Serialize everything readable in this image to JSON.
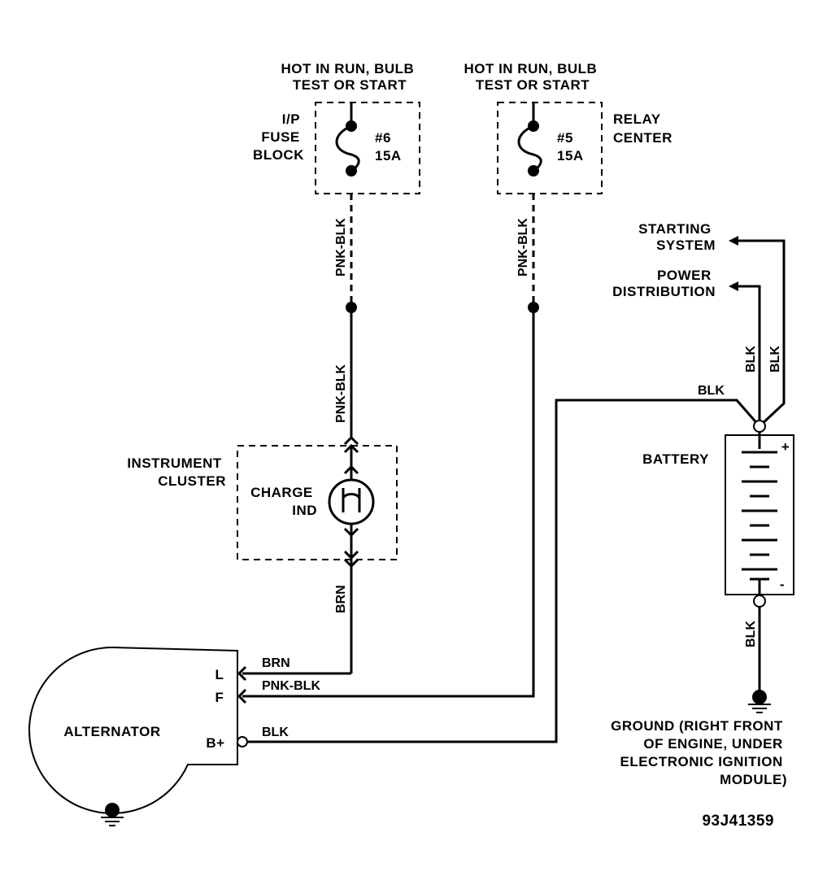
{
  "labels": {
    "hot_run_left": [
      "HOT IN RUN, BULB",
      "TEST OR START"
    ],
    "hot_run_right": [
      "HOT IN RUN, BULB",
      "TEST OR START"
    ],
    "ip_fuse_block": [
      "I/P",
      "FUSE",
      "BLOCK"
    ],
    "relay_center": [
      "RELAY",
      "CENTER"
    ],
    "fuse_6": [
      "#6",
      "15A"
    ],
    "fuse_5": [
      "#5",
      "15A"
    ],
    "starting_system": [
      "STARTING",
      "SYSTEM"
    ],
    "power_distribution": [
      "POWER",
      "DISTRIBUTION"
    ],
    "instrument_cluster": [
      "INSTRUMENT",
      "CLUSTER"
    ],
    "charge_ind": [
      "CHARGE",
      "IND"
    ],
    "battery": "BATTERY",
    "battery_plus": "+",
    "battery_minus": "-",
    "alternator": "ALTERNATOR",
    "term_l": "L",
    "term_f": "F",
    "term_b": "B+",
    "ground": [
      "GROUND (RIGHT FRONT",
      "OF ENGINE, UNDER",
      "ELECTRONIC IGNITION",
      "MODULE)"
    ],
    "diagram_id": "93J41359"
  },
  "wires": {
    "pnk_blk_1": "PNK-BLK",
    "pnk_blk_2": "PNK-BLK",
    "pnk_blk_3": "PNK-BLK",
    "brn_vertical": "BRN",
    "brn_l": "BRN",
    "pnk_blk_f": "PNK-BLK",
    "blk_b": "BLK",
    "blk_top": "BLK",
    "blk_power": "BLK",
    "blk_start": "BLK",
    "blk_ground": "BLK"
  }
}
